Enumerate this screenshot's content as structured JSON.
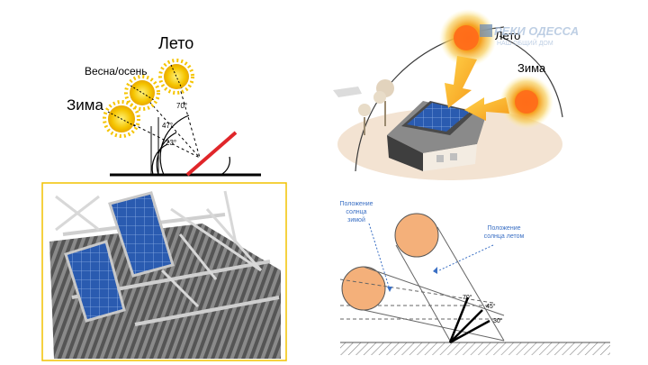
{
  "top_left": {
    "summer": "Лето",
    "spring_autumn": "Весна/осень",
    "winter": "Зима",
    "angles": [
      "70°",
      "47°",
      "23°"
    ]
  },
  "top_right": {
    "summer": "Лето",
    "winter": "Зима",
    "watermark_main": "РЕКИ ОДЕССА",
    "watermark_sub": "НАШ ОБЩИЙ ДОМ"
  },
  "bottom_right": {
    "winter_label_1": "Положение",
    "winter_label_2": "солнца",
    "winter_label_3": "зимой",
    "summer_label_1": "Положение",
    "summer_label_2": "солнца летом",
    "angle_70": "70°",
    "angle_45": "45°",
    "angle_30": "30°"
  },
  "colors": {
    "sun": "#f5c400",
    "panel": "#2a5bb0",
    "frame_border": "#f2c200",
    "mount_line": "#e0262a",
    "sun_disk": "#f4b07a",
    "label_blue": "#3a6fc4"
  }
}
